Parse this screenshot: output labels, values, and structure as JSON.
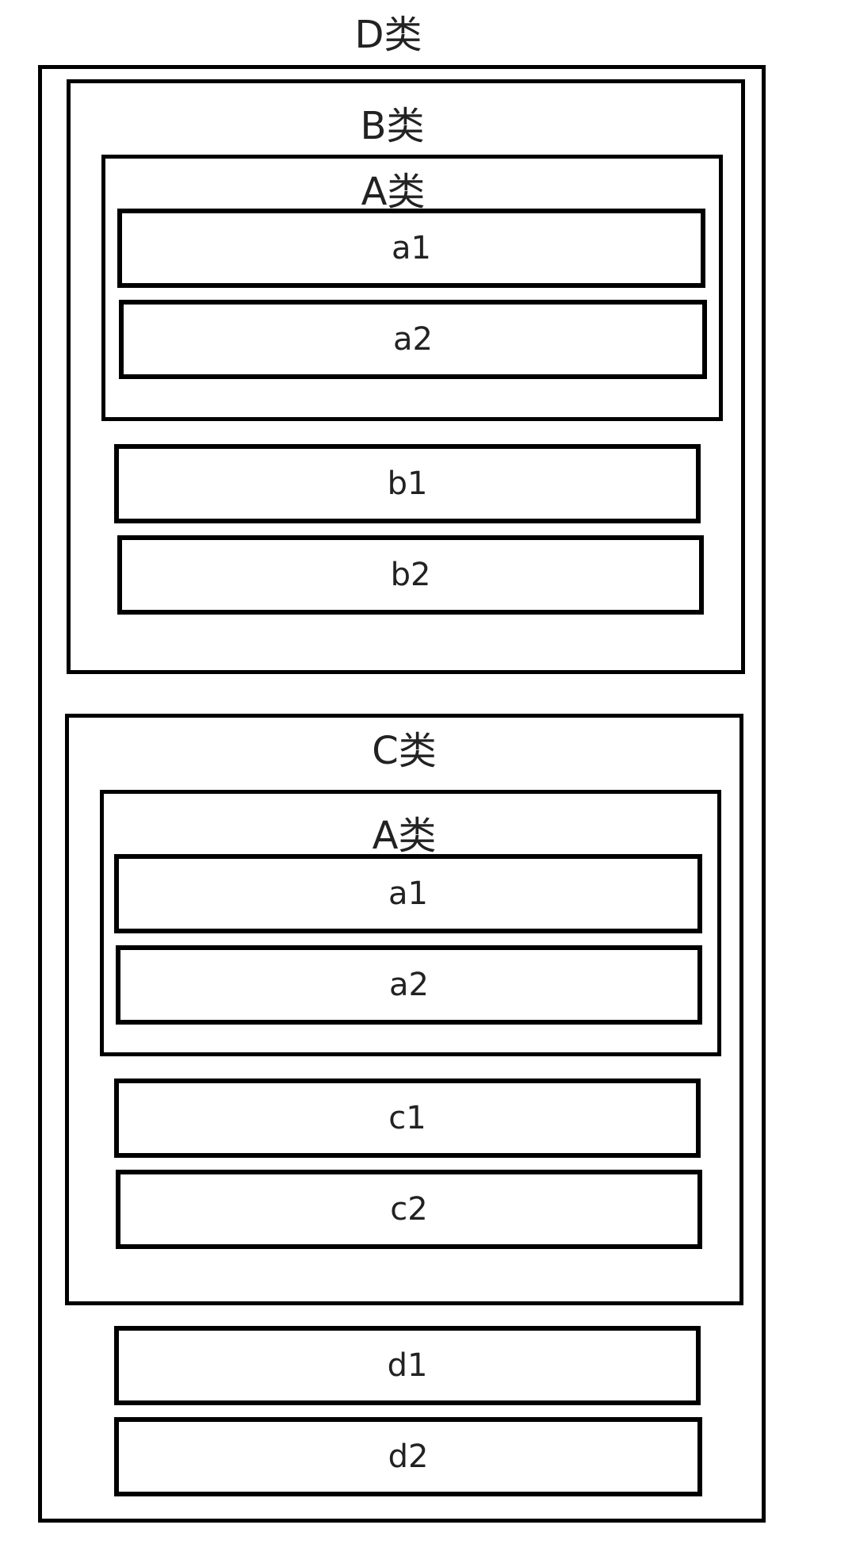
{
  "class_d": {
    "title": "D类",
    "fields": [
      "d1",
      "d2"
    ]
  },
  "class_b": {
    "title": "B类",
    "inner_a": {
      "title": "A类",
      "fields": [
        "a1",
        "a2"
      ]
    },
    "fields": [
      "b1",
      "b2"
    ]
  },
  "class_c": {
    "title": "C类",
    "inner_a": {
      "title": "A类",
      "fields": [
        "a1",
        "a2"
      ]
    },
    "fields": [
      "c1",
      "c2"
    ]
  }
}
